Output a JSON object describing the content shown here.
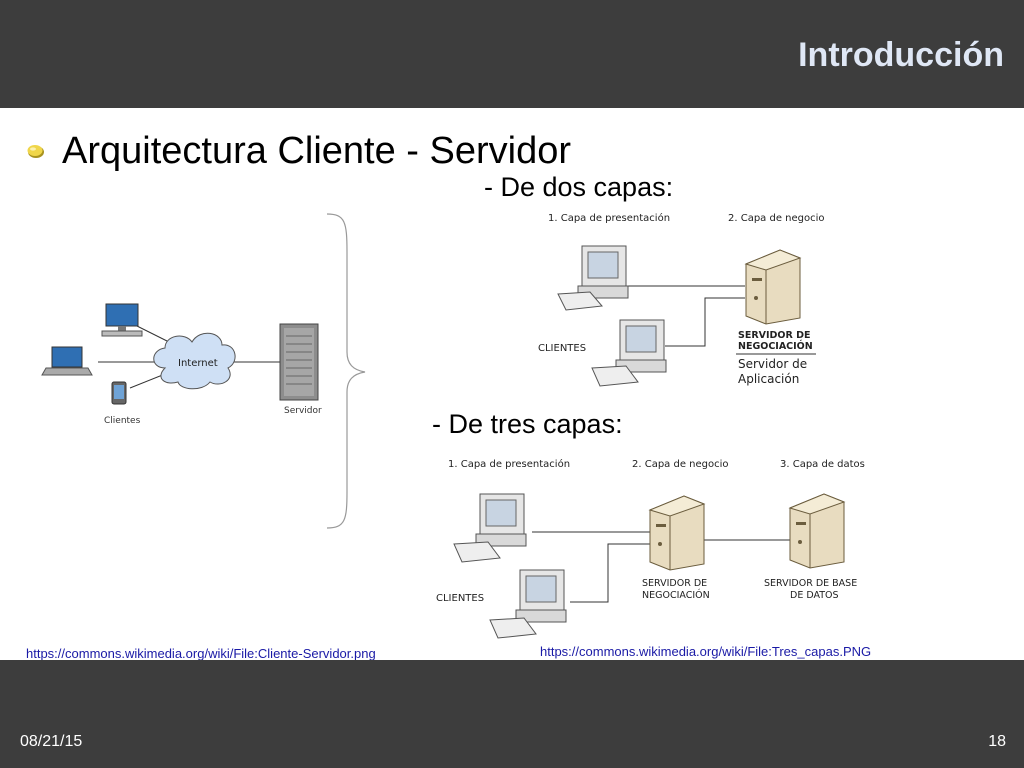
{
  "slide": {
    "title": "Introducción",
    "date": "08/21/15",
    "page_number": "18"
  },
  "content": {
    "heading": "Arquitectura Cliente - Servidor",
    "two_tier_label": "- De dos capas:",
    "three_tier_label": "- De tres capas:"
  },
  "diagram_client_server": {
    "internet_label": "Internet",
    "clients_label": "Clientes",
    "server_label": "Servidor"
  },
  "diagram_two_tier": {
    "layer1": "1. Capa de presentación",
    "layer2": "2. Capa de negocio",
    "clients": "CLIENTES",
    "server_line1": "SERVIDOR DE",
    "server_line2": "NEGOCIACIÓN",
    "app_server_line1": "Servidor de",
    "app_server_line2": "Aplicación"
  },
  "diagram_three_tier": {
    "layer1": "1. Capa de presentación",
    "layer2": "2. Capa de negocio",
    "layer3": "3. Capa de datos",
    "clients": "CLIENTES",
    "biz_server_line1": "SERVIDOR DE",
    "biz_server_line2": "NEGOCIACIÓN",
    "db_server_line1": "SERVIDOR DE BASE",
    "db_server_line2": "DE DATOS"
  },
  "links": {
    "source1": "https://commons.wikimedia.org/wiki/File:Cliente-Servidor.png",
    "source2": "https://commons.wikimedia.org/wiki/File:Tres_capas.PNG"
  },
  "colors": {
    "bar": "#3d3d3d",
    "title": "#dfe7f5",
    "bullet": "#f0d64a",
    "link": "#1a1aa6"
  }
}
